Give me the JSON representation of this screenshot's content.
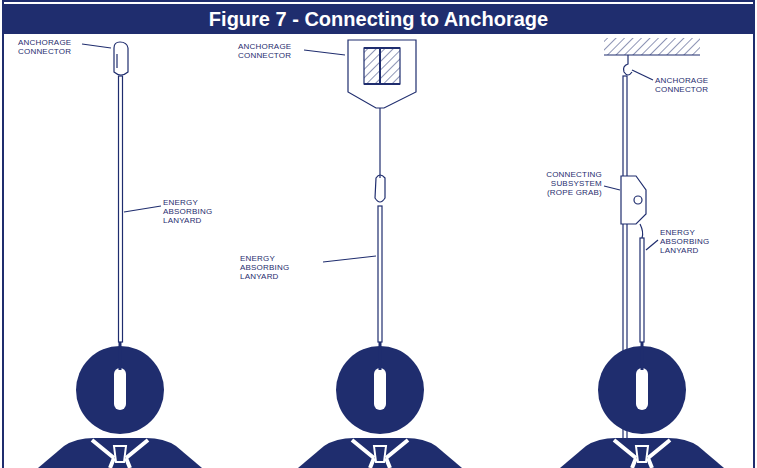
{
  "diagram": {
    "title": "Figure 7 - Connecting to Anchorage",
    "labels": [
      "ANCHORAGE CONNECTOR",
      "ENERGY ABSORBING LANYARD",
      "ANCHORAGE CONNECTOR",
      "ENERGY ABSORBING LANYARD",
      "ANCHORAGE CONNECTOR",
      "CONNECTING SUBSYSTEM (ROPE GRAB)",
      "ENERGY ABSORBING LANYARD"
    ]
  }
}
